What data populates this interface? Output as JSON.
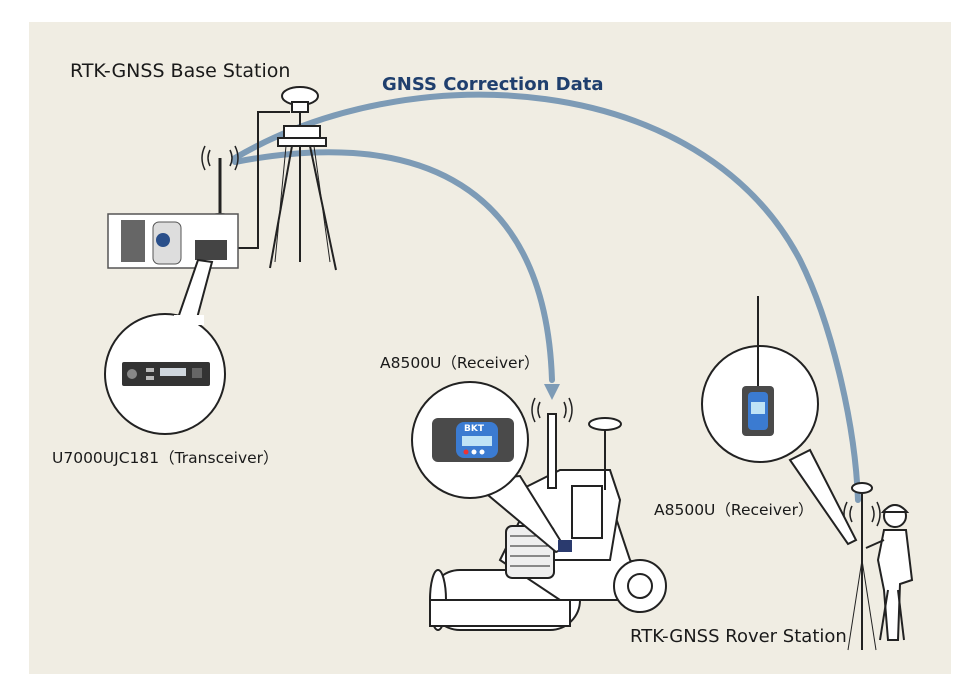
{
  "labels": {
    "base_station": "RTK-GNSS Base Station",
    "correction_data": "GNSS Correction Data",
    "transceiver": "U7000UJC181（Transceiver）",
    "receiver_vehicle": "A8500U（Receiver）",
    "receiver_rover": "A8500U（Receiver）",
    "rover_station": "RTK-GNSS Rover Station",
    "device_brand": "BKT"
  },
  "colors": {
    "background_panel": "#f0ede3",
    "arc": "#7d9bb6",
    "accent_text": "#1f3f6e",
    "outline": "#222222",
    "device_blue": "#3b7bd1"
  },
  "icons": {
    "base_tripod": "gnss-tripod-icon",
    "radio_waves": "radio-wave-icon",
    "roller": "road-roller-icon",
    "worker": "surveyor-worker-icon"
  }
}
